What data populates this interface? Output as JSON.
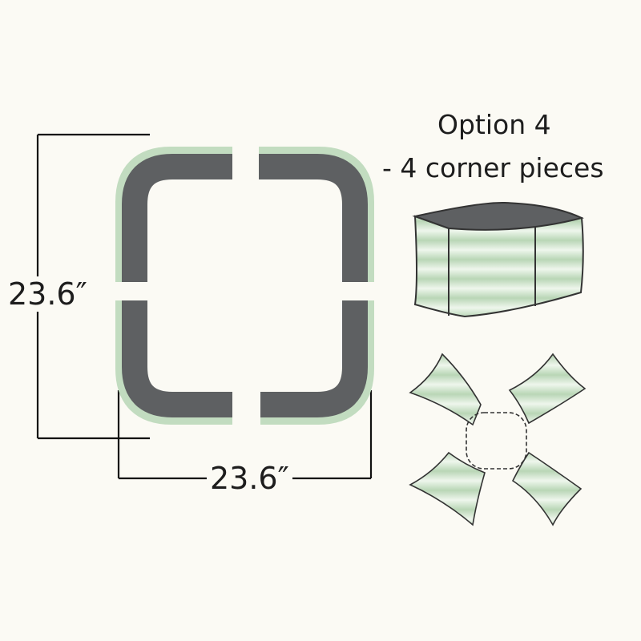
{
  "title": {
    "line1": "Option 4",
    "line2": "- 4 corner pieces"
  },
  "dimensions": {
    "height": "23.6″",
    "width": "23.6″"
  },
  "colors": {
    "panel_gray": "#5e6062",
    "panel_green": "#c2dcc0",
    "outline": "#2a2a2a",
    "background": "#fbfaf4"
  },
  "icons": [
    "corner-piece",
    "assembled-bed",
    "exploded-corner-pieces"
  ]
}
